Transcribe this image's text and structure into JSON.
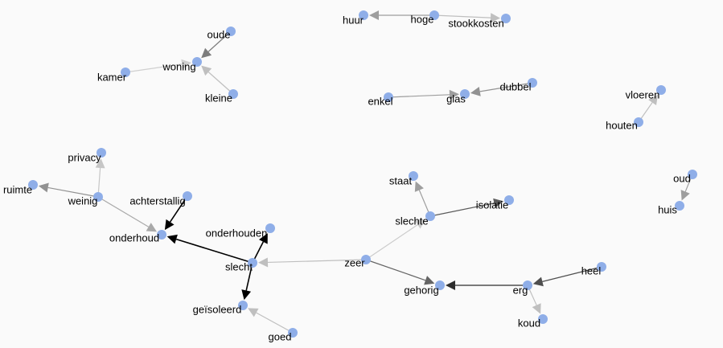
{
  "graph": {
    "node_color": "#8faee8",
    "label_color": "#000000",
    "nodes": [
      {
        "id": "huur",
        "label": "huur"
      },
      {
        "id": "hoge",
        "label": "hoge"
      },
      {
        "id": "stookkosten",
        "label": "stookkosten"
      },
      {
        "id": "oude",
        "label": "oude"
      },
      {
        "id": "woning",
        "label": "woning"
      },
      {
        "id": "kamer",
        "label": "kamer"
      },
      {
        "id": "kleine",
        "label": "kleine"
      },
      {
        "id": "dubbel",
        "label": "dubbel"
      },
      {
        "id": "glas",
        "label": "glas"
      },
      {
        "id": "enkel",
        "label": "enkel"
      },
      {
        "id": "vloeren",
        "label": "vloeren"
      },
      {
        "id": "houten",
        "label": "houten"
      },
      {
        "id": "privacy",
        "label": "privacy"
      },
      {
        "id": "ruimte",
        "label": "ruimte"
      },
      {
        "id": "weinig",
        "label": "weinig"
      },
      {
        "id": "achterstallig",
        "label": "achterstallig"
      },
      {
        "id": "onderhoud",
        "label": "onderhoud"
      },
      {
        "id": "onderhouden",
        "label": "onderhouden"
      },
      {
        "id": "slecht",
        "label": "slecht"
      },
      {
        "id": "geisoleerd",
        "label": "geïsoleerd"
      },
      {
        "id": "goed",
        "label": "goed"
      },
      {
        "id": "staat",
        "label": "staat"
      },
      {
        "id": "isolatie",
        "label": "isolatie"
      },
      {
        "id": "slechte",
        "label": "slechte"
      },
      {
        "id": "zeer",
        "label": "zeer"
      },
      {
        "id": "gehorig",
        "label": "gehorig"
      },
      {
        "id": "erg",
        "label": "erg"
      },
      {
        "id": "heel",
        "label": "heel"
      },
      {
        "id": "koud",
        "label": "koud"
      },
      {
        "id": "oud",
        "label": "oud"
      },
      {
        "id": "huis",
        "label": "huis"
      }
    ],
    "edges": [
      {
        "source": "hoge",
        "target": "huur",
        "weight": 0.3
      },
      {
        "source": "hoge",
        "target": "stookkosten",
        "weight": 0.15
      },
      {
        "source": "oude",
        "target": "woning",
        "weight": 0.45
      },
      {
        "source": "kleine",
        "target": "woning",
        "weight": 0.15
      },
      {
        "source": "kamer",
        "target": "woning",
        "weight": 0.08
      },
      {
        "source": "dubbel",
        "target": "glas",
        "weight": 0.35
      },
      {
        "source": "enkel",
        "target": "glas",
        "weight": 0.3
      },
      {
        "source": "houten",
        "target": "vloeren",
        "weight": 0.15
      },
      {
        "source": "weinig",
        "target": "privacy",
        "weight": 0.12
      },
      {
        "source": "weinig",
        "target": "ruimte",
        "weight": 0.35
      },
      {
        "source": "weinig",
        "target": "onderhoud",
        "weight": 0.25
      },
      {
        "source": "achterstallig",
        "target": "onderhoud",
        "weight": 1.0
      },
      {
        "source": "slecht",
        "target": "onderhoud",
        "weight": 1.0
      },
      {
        "source": "slecht",
        "target": "onderhouden",
        "weight": 1.0
      },
      {
        "source": "slecht",
        "target": "geisoleerd",
        "weight": 1.0
      },
      {
        "source": "goed",
        "target": "geisoleerd",
        "weight": 0.15
      },
      {
        "source": "zeer",
        "target": "slecht",
        "weight": 0.15
      },
      {
        "source": "zeer",
        "target": "slechte",
        "weight": 0.1
      },
      {
        "source": "zeer",
        "target": "gehorig",
        "weight": 0.55
      },
      {
        "source": "slechte",
        "target": "staat",
        "weight": 0.3
      },
      {
        "source": "slechte",
        "target": "isolatie",
        "weight": 0.6
      },
      {
        "source": "erg",
        "target": "gehorig",
        "weight": 0.8
      },
      {
        "source": "heel",
        "target": "erg",
        "weight": 0.65
      },
      {
        "source": "erg",
        "target": "koud",
        "weight": 0.15
      },
      {
        "source": "oud",
        "target": "huis",
        "weight": 0.3
      }
    ]
  }
}
